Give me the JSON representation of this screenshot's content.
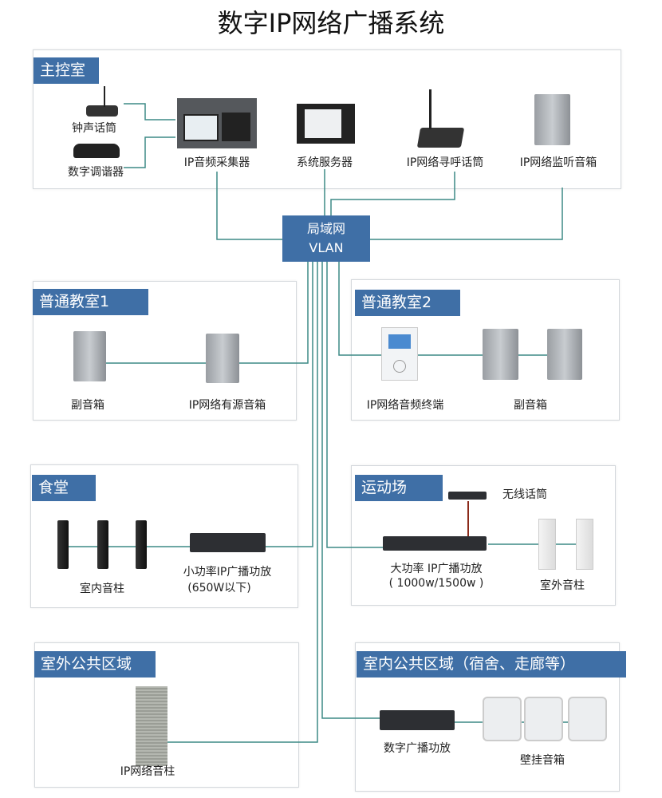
{
  "title": "数字IP网络广播系统",
  "vlan": {
    "line1": "局域网",
    "line2": "VLAN"
  },
  "zones": {
    "control": {
      "header": "主控室",
      "devices": [
        "钟声话筒",
        "数字调谐器",
        "IP音频采集器",
        "系统服务器",
        "IP网络寻呼话筒",
        "IP网络监听音箱"
      ]
    },
    "class1": {
      "header": "普通教室1",
      "devices": [
        "副音箱",
        "IP网络有源音箱"
      ]
    },
    "class2": {
      "header": "普通教室2",
      "devices": [
        "IP网络音频终端",
        "副音箱"
      ]
    },
    "canteen": {
      "header": "食堂",
      "devices": [
        "室内音柱",
        "小功率IP广播功放",
        "(650W以下)"
      ]
    },
    "field": {
      "header": "运动场",
      "devices": [
        "无线话筒",
        "大功率 IP广播功放",
        "( 1000w/1500w )",
        "室外音柱"
      ]
    },
    "outdoor": {
      "header": "室外公共区域",
      "devices": [
        "IP网络音柱"
      ]
    },
    "indoor": {
      "header": "室内公共区域（宿舍、走廊等）",
      "devices": [
        "数字广播功放",
        "壁挂音箱"
      ]
    }
  },
  "colors": {
    "header": "#3f6fa6",
    "line": "#3d8a86",
    "link": "#4a7fb0"
  }
}
